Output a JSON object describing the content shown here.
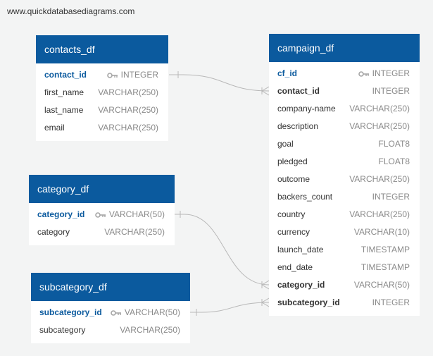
{
  "watermark": "www.quickdatabasediagrams.com",
  "tables": {
    "contacts": {
      "name": "contacts_df",
      "columns": [
        {
          "name": "contact_id",
          "type": "INTEGER",
          "key": "pk"
        },
        {
          "name": "first_name",
          "type": "VARCHAR(250)"
        },
        {
          "name": "last_name",
          "type": "VARCHAR(250)"
        },
        {
          "name": "email",
          "type": "VARCHAR(250)"
        }
      ]
    },
    "category": {
      "name": "category_df",
      "columns": [
        {
          "name": "category_id",
          "type": "VARCHAR(50)",
          "key": "pk"
        },
        {
          "name": "category",
          "type": "VARCHAR(250)"
        }
      ]
    },
    "subcategory": {
      "name": "subcategory_df",
      "columns": [
        {
          "name": "subcategory_id",
          "type": "VARCHAR(50)",
          "key": "pk"
        },
        {
          "name": "subcategory",
          "type": "VARCHAR(250)"
        }
      ]
    },
    "campaign": {
      "name": "campaign_df",
      "columns": [
        {
          "name": "cf_id",
          "type": "INTEGER",
          "key": "pk"
        },
        {
          "name": "contact_id",
          "type": "INTEGER",
          "key": "fk"
        },
        {
          "name": "company-name",
          "type": "VARCHAR(250)"
        },
        {
          "name": "description",
          "type": "VARCHAR(250)"
        },
        {
          "name": "goal",
          "type": "FLOAT8"
        },
        {
          "name": "pledged",
          "type": "FLOAT8"
        },
        {
          "name": "outcome",
          "type": "VARCHAR(250)"
        },
        {
          "name": "backers_count",
          "type": "INTEGER"
        },
        {
          "name": "country",
          "type": "VARCHAR(250)"
        },
        {
          "name": "currency",
          "type": "VARCHAR(10)"
        },
        {
          "name": "launch_date",
          "type": "TIMESTAMP"
        },
        {
          "name": "end_date",
          "type": "TIMESTAMP"
        },
        {
          "name": "category_id",
          "type": "VARCHAR(50)",
          "key": "fk"
        },
        {
          "name": "subcategory_id",
          "type": "INTEGER",
          "key": "fk"
        }
      ]
    }
  },
  "relationships": [
    {
      "from": "contacts_df.contact_id",
      "to": "campaign_df.contact_id",
      "cardinality": "one-to-many"
    },
    {
      "from": "category_df.category_id",
      "to": "campaign_df.category_id",
      "cardinality": "one-to-many"
    },
    {
      "from": "subcategory_df.subcategory_id",
      "to": "campaign_df.subcategory_id",
      "cardinality": "one-to-many"
    }
  ],
  "colors": {
    "header": "#0b5a9e",
    "header_text": "#ffffff",
    "pk_text": "#0b5a9e",
    "type_text": "#8a8a8a",
    "connector": "#b8b8b8",
    "background": "#f3f4f4"
  },
  "icons": {
    "primary_key": "key-icon"
  }
}
